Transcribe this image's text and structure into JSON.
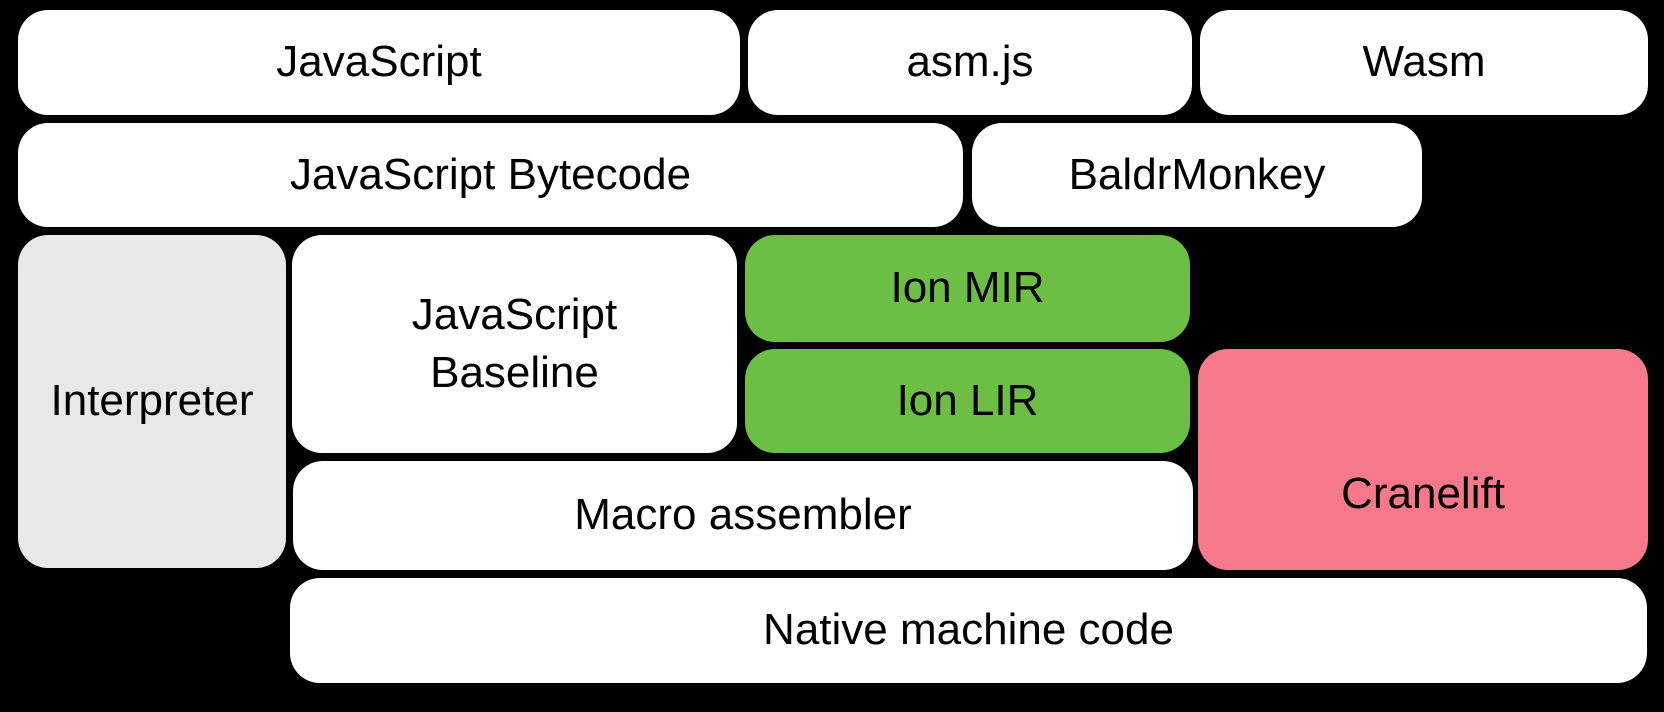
{
  "canvas": {
    "background": "#000000",
    "text_color": "#000000"
  },
  "palette": {
    "white": "#ffffff",
    "gray": "#e8e8e8",
    "green": "#6cbe45",
    "pink": "#f6798b"
  },
  "boxes": {
    "javascript": {
      "label": "JavaScript",
      "color": "#ffffff"
    },
    "asmjs": {
      "label": "asm.js",
      "color": "#ffffff"
    },
    "wasm": {
      "label": "Wasm",
      "color": "#ffffff"
    },
    "bytecode": {
      "label": "JavaScript Bytecode",
      "color": "#ffffff"
    },
    "baldrmonkey": {
      "label": "BaldrMonkey",
      "color": "#ffffff"
    },
    "interpreter": {
      "label": "Interpreter",
      "color": "#e8e8e8"
    },
    "baseline": {
      "label": "JavaScript\nBaseline",
      "color": "#ffffff"
    },
    "ion_mir": {
      "label": "Ion MIR",
      "color": "#6cbe45"
    },
    "ion_lir": {
      "label": "Ion LIR",
      "color": "#6cbe45"
    },
    "cranelift": {
      "label": "Cranelift",
      "color": "#f6798b"
    },
    "macro_assembler": {
      "label": "Macro assembler",
      "color": "#ffffff"
    },
    "native": {
      "label": "Native machine code",
      "color": "#ffffff"
    }
  }
}
